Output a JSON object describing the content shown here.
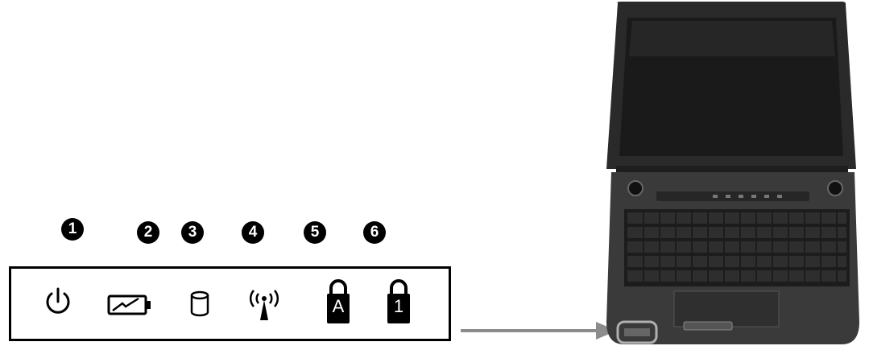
{
  "callouts": [
    {
      "id": "led-1",
      "label": "1"
    },
    {
      "id": "led-2",
      "label": "2"
    },
    {
      "id": "led-3",
      "label": "3"
    },
    {
      "id": "led-4",
      "label": "4"
    },
    {
      "id": "led-5",
      "label": "5"
    },
    {
      "id": "led-6",
      "label": "6"
    }
  ],
  "indicators": [
    {
      "icon": "power-icon"
    },
    {
      "icon": "battery-charging-icon"
    },
    {
      "icon": "hard-disk-icon"
    },
    {
      "icon": "wireless-icon"
    },
    {
      "icon": "caps-lock-icon",
      "letter": "A"
    },
    {
      "icon": "num-lock-icon",
      "letter": "1"
    }
  ],
  "colors": {
    "ink": "#000000",
    "arrow": "#8c8c8c",
    "highlight": "#b0b0b0",
    "laptop_body": "#2a2a2a",
    "laptop_screen": "#1a1a1a"
  }
}
